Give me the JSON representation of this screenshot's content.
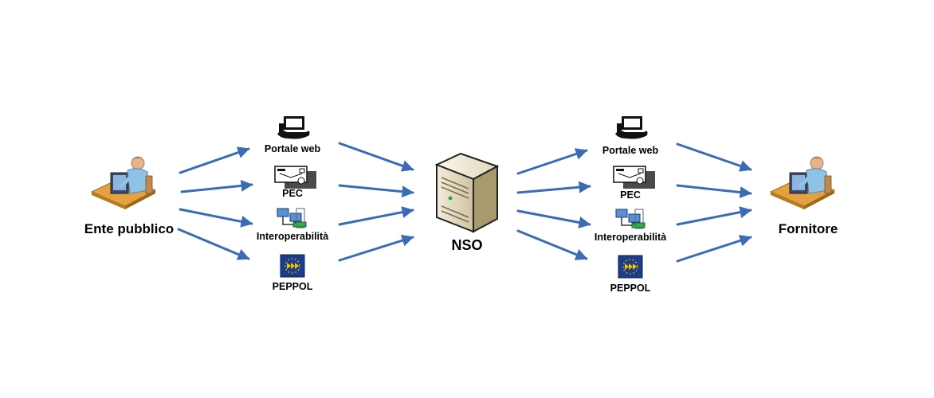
{
  "left_actor": {
    "label": "Ente pubblico",
    "icon": "user-at-computer-icon"
  },
  "right_actor": {
    "label": "Fornitore",
    "icon": "user-at-computer-icon"
  },
  "center": {
    "label": "NSO",
    "icon": "server-tower-icon"
  },
  "left_channels": [
    {
      "label": "Portale web",
      "icon": "computer-icon"
    },
    {
      "label": "PEC",
      "icon": "envelope-icon"
    },
    {
      "label": "Interoperabilità",
      "icon": "network-computers-icon"
    },
    {
      "label": "PEPPOL",
      "icon": "peppol-logo-icon"
    }
  ],
  "right_channels": [
    {
      "label": "Portale web",
      "icon": "computer-icon"
    },
    {
      "label": "PEC",
      "icon": "envelope-icon"
    },
    {
      "label": "Interoperabilità",
      "icon": "network-computers-icon"
    },
    {
      "label": "PEPPOL",
      "icon": "peppol-logo-icon"
    }
  ],
  "colors": {
    "arrow": "#3a6bb5",
    "peppol_bg": "#1b3d8a",
    "peppol_star": "#f5c400"
  }
}
